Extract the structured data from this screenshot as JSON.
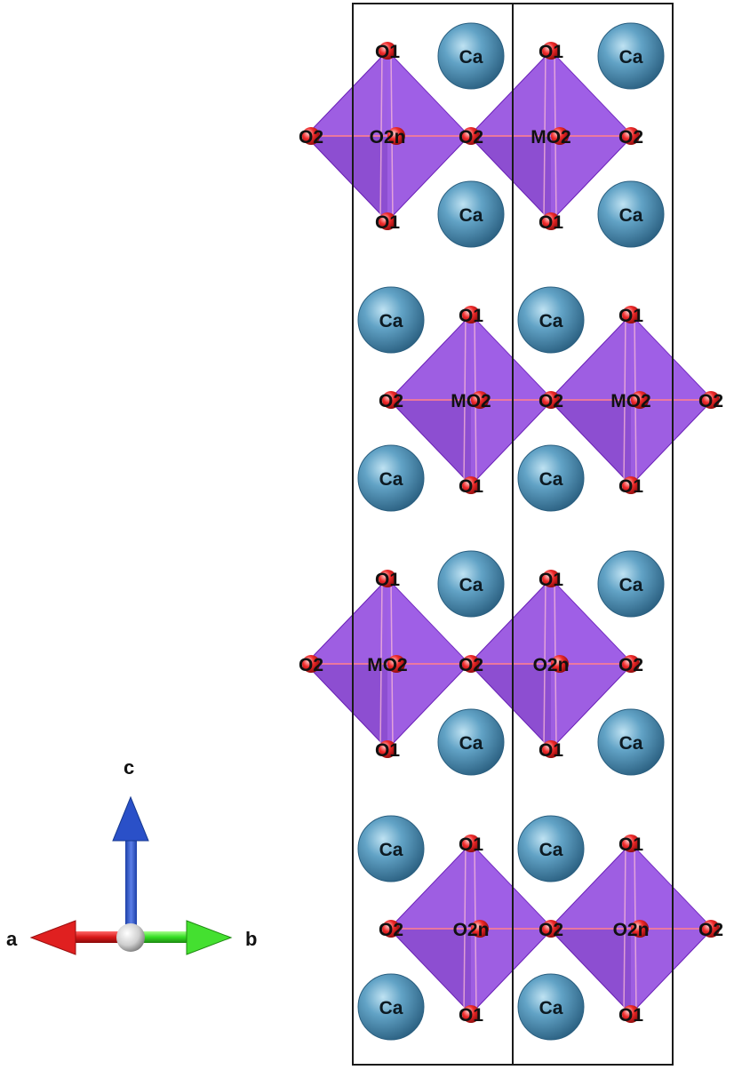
{
  "colors": {
    "octahedron": "#8e44dd",
    "calcium": "#4a8ab0",
    "oxygen": "#e8191e",
    "axis_a": "#e02020",
    "axis_b": "#33dd22",
    "axis_c": "#2a50c8"
  },
  "axes": {
    "a_label": "a",
    "b_label": "b",
    "c_label": "c"
  },
  "labels": {
    "calcium": "Ca",
    "apical_oxygen": "O1",
    "equatorial_oxygen": "O2",
    "center_mo": "MO2",
    "center_o2n": "O2n"
  },
  "layers": [
    {
      "centers": [
        "O2n",
        "MO2"
      ],
      "equatorial_row": [
        "O2",
        "O2n",
        "O2",
        "MO2",
        "O2"
      ]
    },
    {
      "centers": [
        "MO2",
        "MO2"
      ],
      "equatorial_row": [
        "O2",
        "MO2",
        "O2",
        "MO2",
        "O2"
      ]
    },
    {
      "centers": [
        "MO2",
        "O2n"
      ],
      "equatorial_row": [
        "O2",
        "MO2",
        "O2",
        "O2n",
        "O2"
      ]
    },
    {
      "centers": [
        "O2n",
        "O2n"
      ],
      "equatorial_row": [
        "O2",
        "O2n",
        "O2",
        "O2n",
        "O2"
      ]
    }
  ]
}
